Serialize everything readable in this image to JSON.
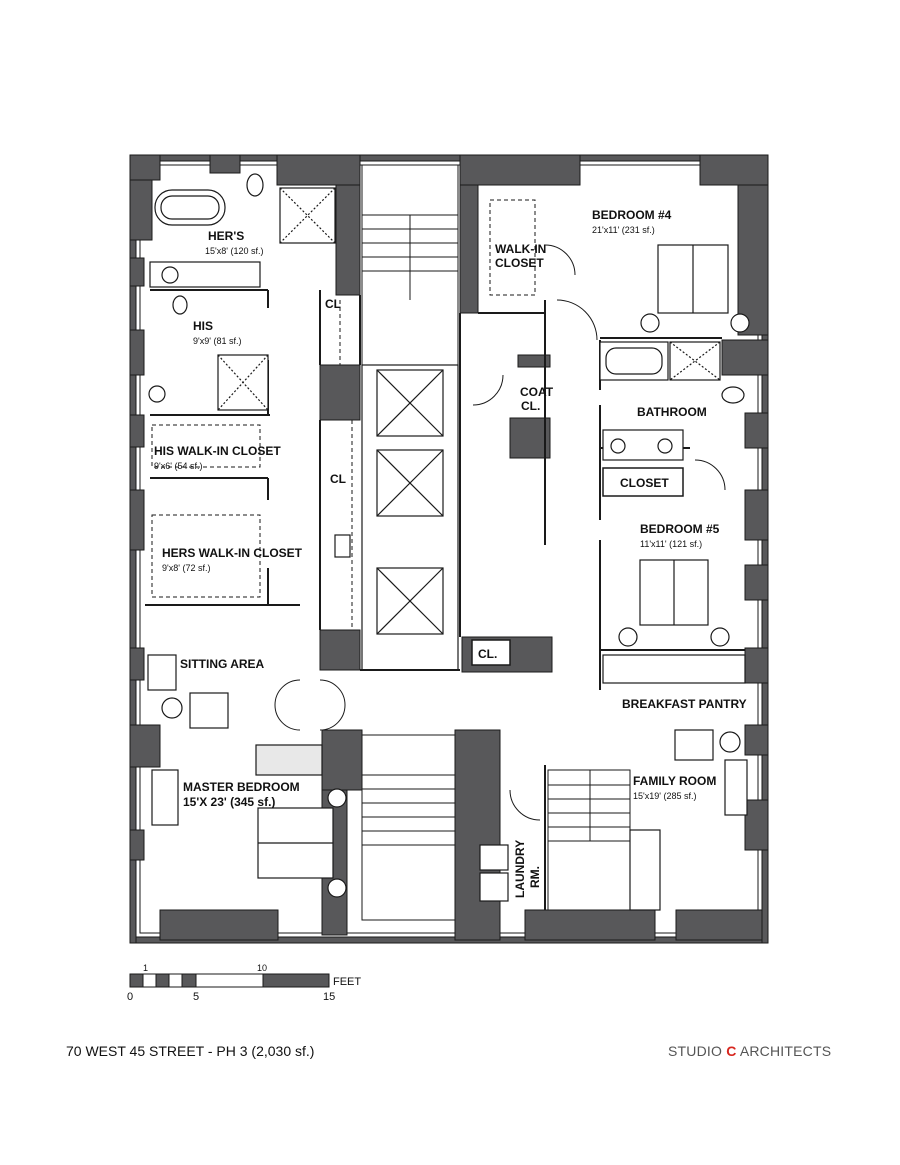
{
  "colors": {
    "wall": "#58585a",
    "line": "#1a1a1a",
    "accent": "#d7261e",
    "brand_gray": "#555555"
  },
  "rooms": {
    "hers": {
      "name": "HER'S",
      "size": "15'x8' (120 sf.)"
    },
    "his": {
      "name": "HIS",
      "size": "9'x9' (81 sf.)"
    },
    "cl_upper": "CL",
    "cl_middle": "CL",
    "his_closet": {
      "name": "HIS WALK-IN CLOSET",
      "size": "9'x6' (54 sf.)"
    },
    "hers_closet": {
      "name": "HERS WALK-IN CLOSET",
      "size": "9'x8' (72 sf.)"
    },
    "sitting": "SITTING AREA",
    "master": {
      "name": "MASTER BEDROOM",
      "size": "15'X 23' (345 sf.)"
    },
    "walkin": {
      "line1": "WALK-IN",
      "line2": "CLOSET"
    },
    "bed4": {
      "name": "BEDROOM #4",
      "size": "21'x11' (231 sf.)"
    },
    "coat": {
      "line1": "COAT",
      "line2": "CL."
    },
    "bathroom": "BATHROOM",
    "closet": "CLOSET",
    "bed5": {
      "name": "BEDROOM #5",
      "size": "11'x11' (121 sf.)"
    },
    "cl_elev": "CL.",
    "pantry": "BREAKFAST PANTRY",
    "family": {
      "name": "FAMILY ROOM",
      "size": "15'x19' (285 sf.)"
    },
    "laundry": {
      "line1": "LAUNDRY",
      "line2": "RM."
    }
  },
  "scale": {
    "unit": "FEET",
    "label_1": "1",
    "label_10": "10",
    "label_0": "0",
    "label_5": "5",
    "label_15": "15"
  },
  "footer": {
    "title": "70 WEST 45 STREET - PH 3 (2,030 sf.)",
    "brand_pre": "STUDIO ",
    "brand_c": "C",
    "brand_post": " ARCHITECTS"
  }
}
